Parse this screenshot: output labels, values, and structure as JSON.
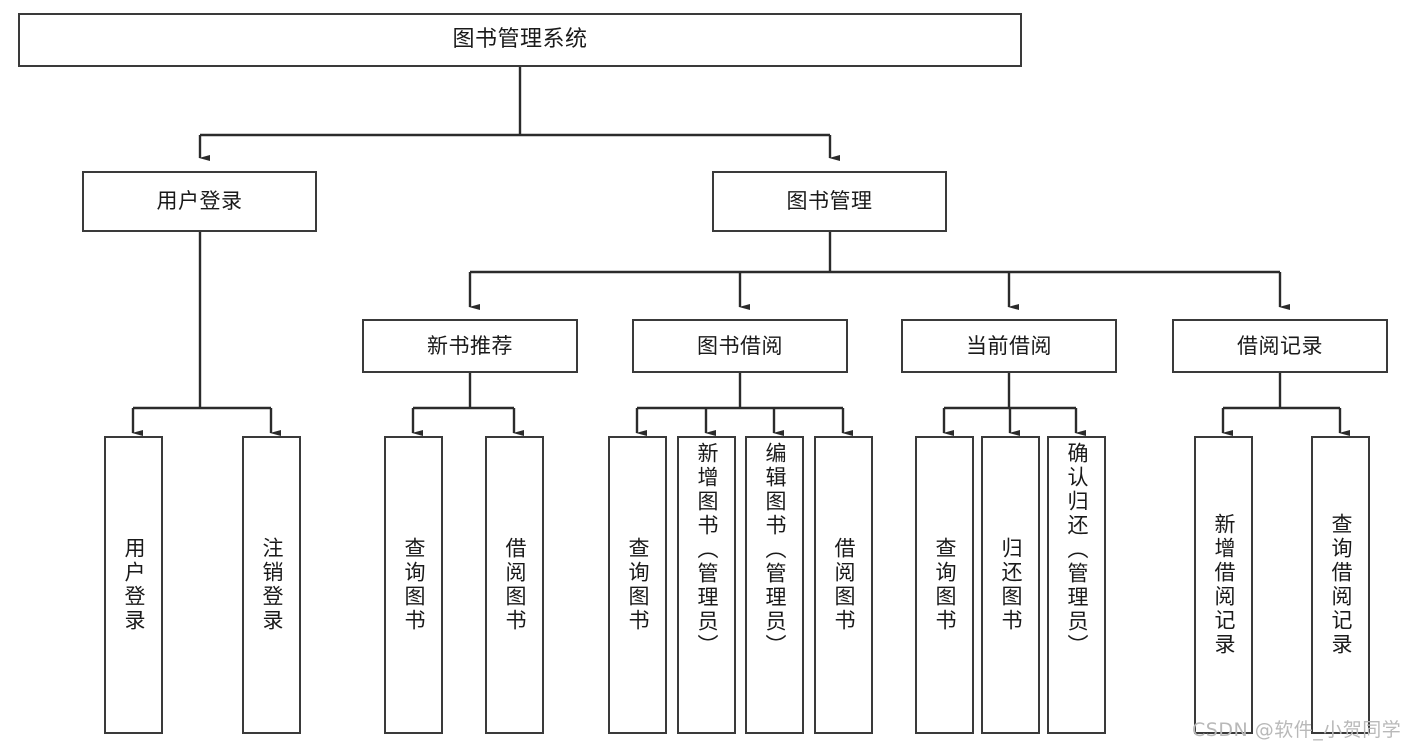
{
  "diagram": {
    "title": "图书管理系统",
    "type": "tree-hierarchy",
    "colors": {
      "box_border": "#3a3a3a",
      "box_fill": "#ffffff",
      "edge": "#2b2b2b",
      "text": "#1a1a1a",
      "watermark": "#b9b9b9"
    },
    "root": {
      "label": "图书管理系统"
    },
    "level2": [
      {
        "label": "用户登录"
      },
      {
        "label": "图书管理"
      }
    ],
    "level3": [
      {
        "label": "新书推荐"
      },
      {
        "label": "图书借阅"
      },
      {
        "label": "当前借阅"
      },
      {
        "label": "借阅记录"
      }
    ],
    "leaves": {
      "user_login": [
        {
          "label": "用户登录"
        },
        {
          "label": "注销登录"
        }
      ],
      "new_book": [
        {
          "label": "查询图书"
        },
        {
          "label": "借阅图书"
        }
      ],
      "book_borrow": [
        {
          "label": "查询图书"
        },
        {
          "label": "新增图书（管理员）"
        },
        {
          "label": "编辑图书（管理员）"
        },
        {
          "label": "借阅图书"
        }
      ],
      "current_borrow": [
        {
          "label": "查询图书"
        },
        {
          "label": "归还图书"
        },
        {
          "label": "确认归还（管理员）"
        }
      ],
      "borrow_record": [
        {
          "label": "新增借阅记录"
        },
        {
          "label": "查询借阅记录"
        }
      ]
    },
    "watermark": "CSDN @软件_小贺同学"
  }
}
